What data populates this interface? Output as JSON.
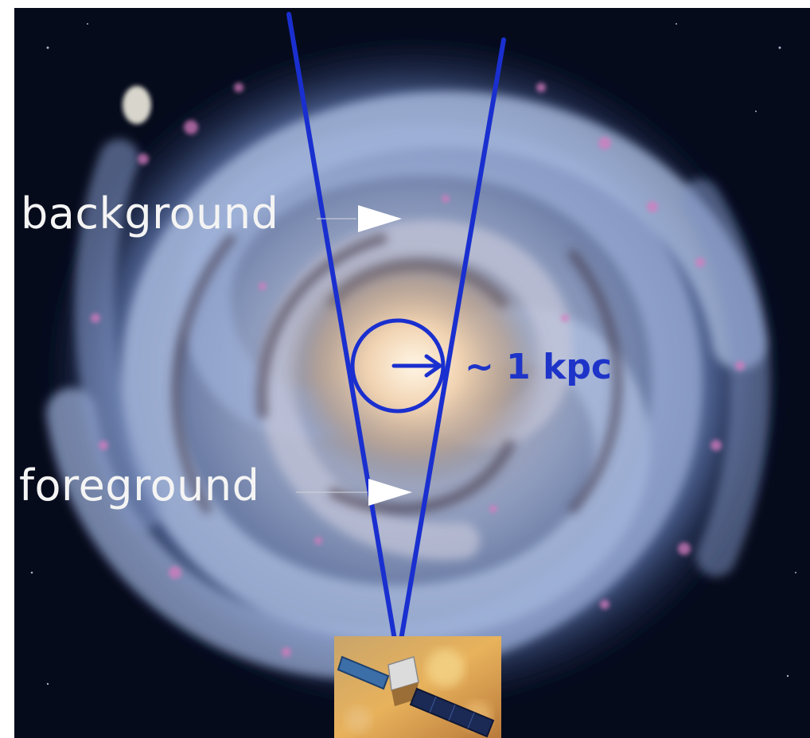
{
  "labels": {
    "background": "background",
    "foreground": "foreground",
    "scale": "~ 1 kpc"
  },
  "colors": {
    "sightline": "#1a2fcf",
    "pointer_arrow": "#ffffff",
    "label_text": "#f4f4f4",
    "scale_text": "#1e34c8",
    "galaxy_arms": "#a9b9d8",
    "galaxy_core": "#f3dcc0",
    "space": "#060b1c"
  },
  "icons": {
    "satellite": "satellite-icon",
    "scale_circle": "circle-radius-icon"
  }
}
